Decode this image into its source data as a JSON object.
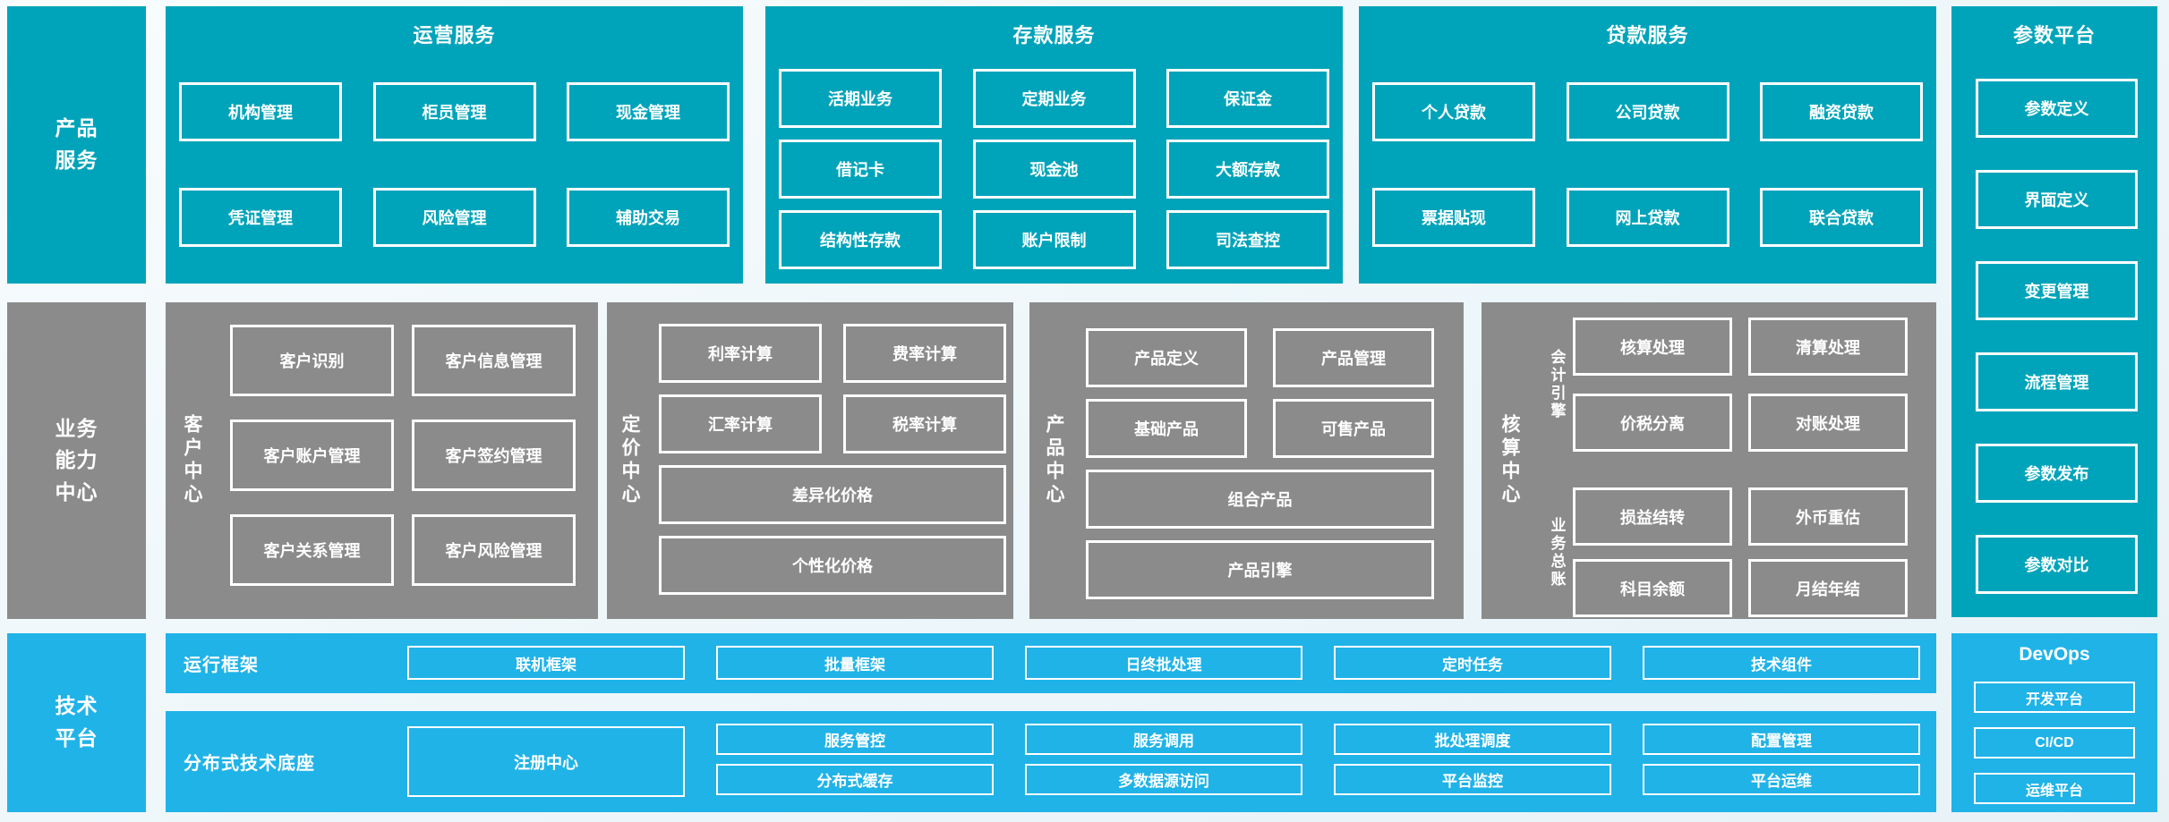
{
  "colors": {
    "teal": "#00a4ba",
    "gray": "#8b8b8b",
    "blue": "#20b3e8",
    "page_background": "#edf6fa",
    "box_border": "#ffffff",
    "text": "#ffffff"
  },
  "sidebars": {
    "product": {
      "line1": "产品",
      "line2": "服务"
    },
    "business": {
      "line1": "业务",
      "line2": "能力",
      "line3": "中心"
    },
    "tech": {
      "line1": "技术",
      "line2": "平台"
    }
  },
  "top": {
    "operations": {
      "title": "运营服务",
      "boxes": [
        "机构管理",
        "柜员管理",
        "现金管理",
        "凭证管理",
        "风险管理",
        "辅助交易"
      ]
    },
    "deposit": {
      "title": "存款服务",
      "boxes": [
        "活期业务",
        "定期业务",
        "保证金",
        "借记卡",
        "现金池",
        "大额存款",
        "结构性存款",
        "账户限制",
        "司法查控"
      ]
    },
    "loan": {
      "title": "贷款服务",
      "boxes": [
        "个人贷款",
        "公司贷款",
        "融资贷款",
        "票据贴现",
        "网上贷款",
        "联合贷款"
      ]
    }
  },
  "param_platform": {
    "title": "参数平台",
    "items": [
      "参数定义",
      "界面定义",
      "变更管理",
      "流程管理",
      "参数发布",
      "参数对比"
    ]
  },
  "middle": {
    "customer": {
      "label": "客户中心",
      "boxes": [
        "客户识别",
        "客户信息管理",
        "客户账户管理",
        "客户签约管理",
        "客户关系管理",
        "客户风险管理"
      ]
    },
    "pricing": {
      "label": "定价中心",
      "small": [
        "利率计算",
        "费率计算",
        "汇率计算",
        "税率计算"
      ],
      "wide": [
        "差异化价格",
        "个性化价格"
      ]
    },
    "product": {
      "label": "产品中心",
      "small": [
        "产品定义",
        "产品管理",
        "基础产品",
        "可售产品"
      ],
      "wide": [
        "组合产品",
        "产品引擎"
      ]
    },
    "accounting": {
      "label": "核算中心",
      "engine": {
        "label": "会计引擎",
        "boxes": [
          "核算处理",
          "清算处理",
          "价税分离",
          "对账处理"
        ]
      },
      "ledger": {
        "label": "业务总账",
        "boxes": [
          "损益结转",
          "外币重估",
          "科目余额",
          "月结年结"
        ]
      }
    }
  },
  "bottom": {
    "runtime": {
      "label": "运行框架",
      "boxes": [
        "联机框架",
        "批量框架",
        "日终批处理",
        "定时任务",
        "技术组件"
      ]
    },
    "distributed": {
      "label": "分布式技术底座",
      "registry": "注册中心",
      "row1": [
        "服务管控",
        "服务调用",
        "批处理调度",
        "配置管理"
      ],
      "row2": [
        "分布式缓存",
        "多数据源访问",
        "平台监控",
        "平台运维"
      ]
    },
    "devops": {
      "title": "DevOps",
      "items": [
        "开发平台",
        "CI/CD",
        "运维平台"
      ]
    }
  }
}
